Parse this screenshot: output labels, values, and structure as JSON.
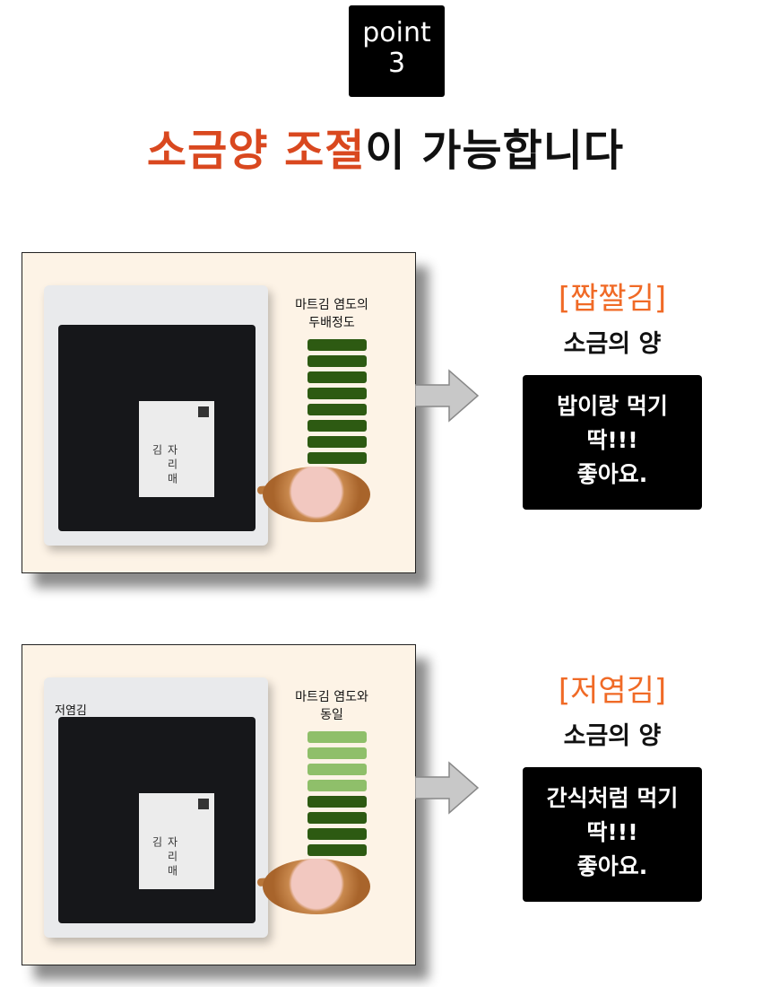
{
  "badge": {
    "line1": "point",
    "line2": "3"
  },
  "title": {
    "highlight": "소금양 조절",
    "rest": "이 가능합니다"
  },
  "colors": {
    "accent": "#d9481f",
    "orange": "#f06a26",
    "dark_green": "#2d5a12",
    "light_green": "#8fbf6a",
    "panel_bg": "#fdf3e6"
  },
  "panels": [
    {
      "bag_tag": "",
      "bag_label": "자리매김",
      "bar_title_1": "마트김 염도의",
      "bar_title_2": "두배정도",
      "bars": [
        "dark",
        "dark",
        "dark",
        "dark",
        "dark",
        "dark",
        "dark",
        "dark"
      ],
      "name": "[짭짤김]",
      "sub": "소금의 양",
      "msg": [
        "밥이랑 먹기",
        "딱!!!",
        "좋아요."
      ]
    },
    {
      "bag_tag": "저염김",
      "bag_label": "자리매김",
      "bar_title_1": "마트김 염도와",
      "bar_title_2": "동일",
      "bars": [
        "light",
        "light",
        "light",
        "light",
        "dark",
        "dark",
        "dark",
        "dark"
      ],
      "name": "[저염김]",
      "sub": "소금의 양",
      "msg": [
        "간식처럼 먹기",
        "딱!!!",
        "좋아요."
      ]
    }
  ]
}
